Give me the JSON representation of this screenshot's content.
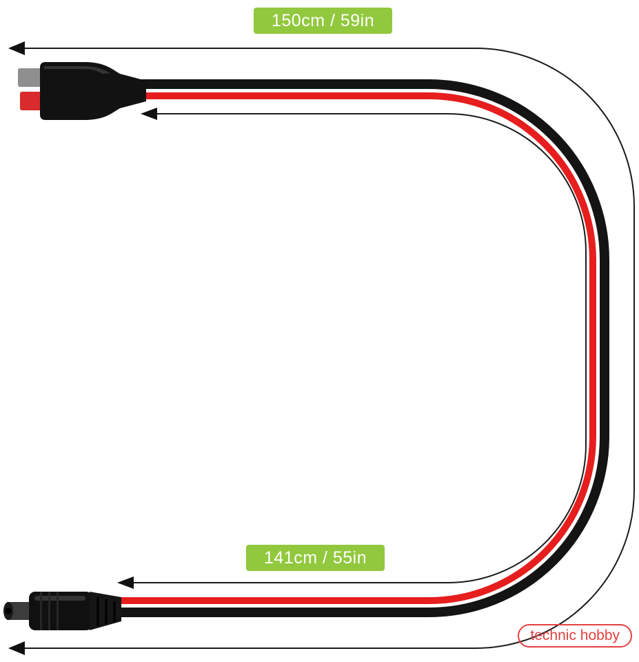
{
  "measurements": {
    "top_length": "150cm / 59in",
    "bottom_length": "141cm / 55in"
  },
  "watermark": {
    "text": "technic hobby"
  },
  "connectors": {
    "top_left": "Anderson-style power connector (gray and red terminals, black housing)",
    "bottom_left": "DC barrel plug with ribbed strain relief"
  },
  "cable": {
    "wires": [
      "black wire",
      "red wire"
    ],
    "shape": "U-shaped loop from top-left connector to bottom-left plug"
  },
  "colors": {
    "background": "#FFFFFF",
    "label_background": "#92C83E",
    "label_text": "#FFFFFF",
    "cable_black": "#141414",
    "cable_red": "#E61E1E",
    "dimension_line": "#1A1A1A",
    "watermark_red": "#E34040",
    "terminal_gray": "#8F8F8F",
    "terminal_red": "#D92B2B"
  }
}
